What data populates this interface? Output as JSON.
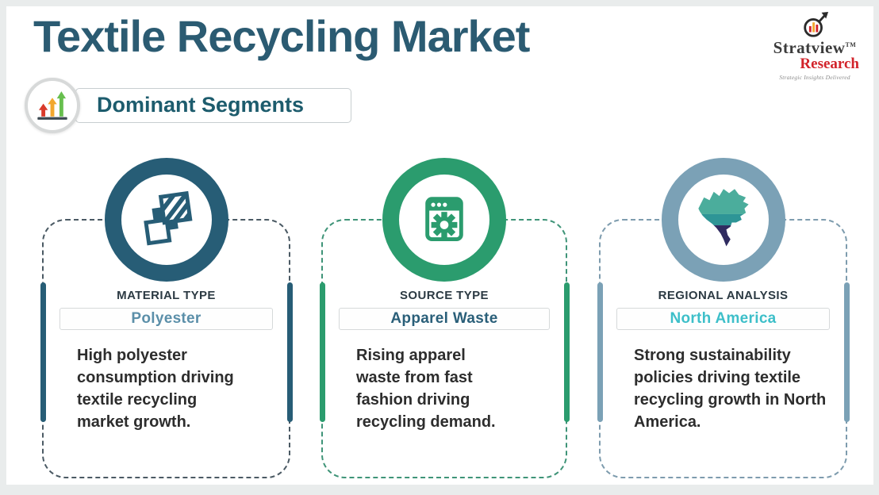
{
  "header": {
    "title": "Textile Recycling Market",
    "badge_label": "Dominant Segments"
  },
  "logo": {
    "brand_top": "Stratview",
    "trademark": "TM",
    "brand_bottom": "Research",
    "tagline": "Strategic Insights Delivered"
  },
  "colors": {
    "frame": "#e9ecec",
    "title": "#2b5b72",
    "badge_text": "#1d5c6d",
    "arrow_red": "#d93a2b",
    "arrow_orange": "#f2a72e",
    "arrow_green": "#67bf4e",
    "logo_brand_top": "#3c3c3c",
    "logo_brand_bottom": "#d2232a",
    "label_text": "#2c3a43",
    "body_text": "#2d2d2d",
    "map_canada": "#4bad9c",
    "map_usa": "#2e9596",
    "map_mexico": "#2f2b60"
  },
  "cards": [
    {
      "label": "MATERIAL TYPE",
      "value": "Polyester",
      "body": "High polyester consumption driving textile recycling market growth.",
      "icon": "fabric-swatches-icon",
      "accent": "#275d76",
      "dash": "#4b5a64",
      "value_color": "#5b8fa9"
    },
    {
      "label": "SOURCE TYPE",
      "value": "Apparel Waste",
      "body": "Rising apparel waste from fast fashion driving recycling demand.",
      "icon": "browser-gear-icon",
      "accent": "#2b9c6e",
      "dash": "#3f9478",
      "value_color": "#2a5f79"
    },
    {
      "label": "REGIONAL ANALYSIS",
      "value": "North America",
      "body": "Strong sustainability policies driving textile recycling growth in North America.",
      "icon": "north-america-map-icon",
      "accent": "#7ba1b6",
      "dash": "#7e9cae",
      "value_color": "#3dbfc9"
    }
  ]
}
